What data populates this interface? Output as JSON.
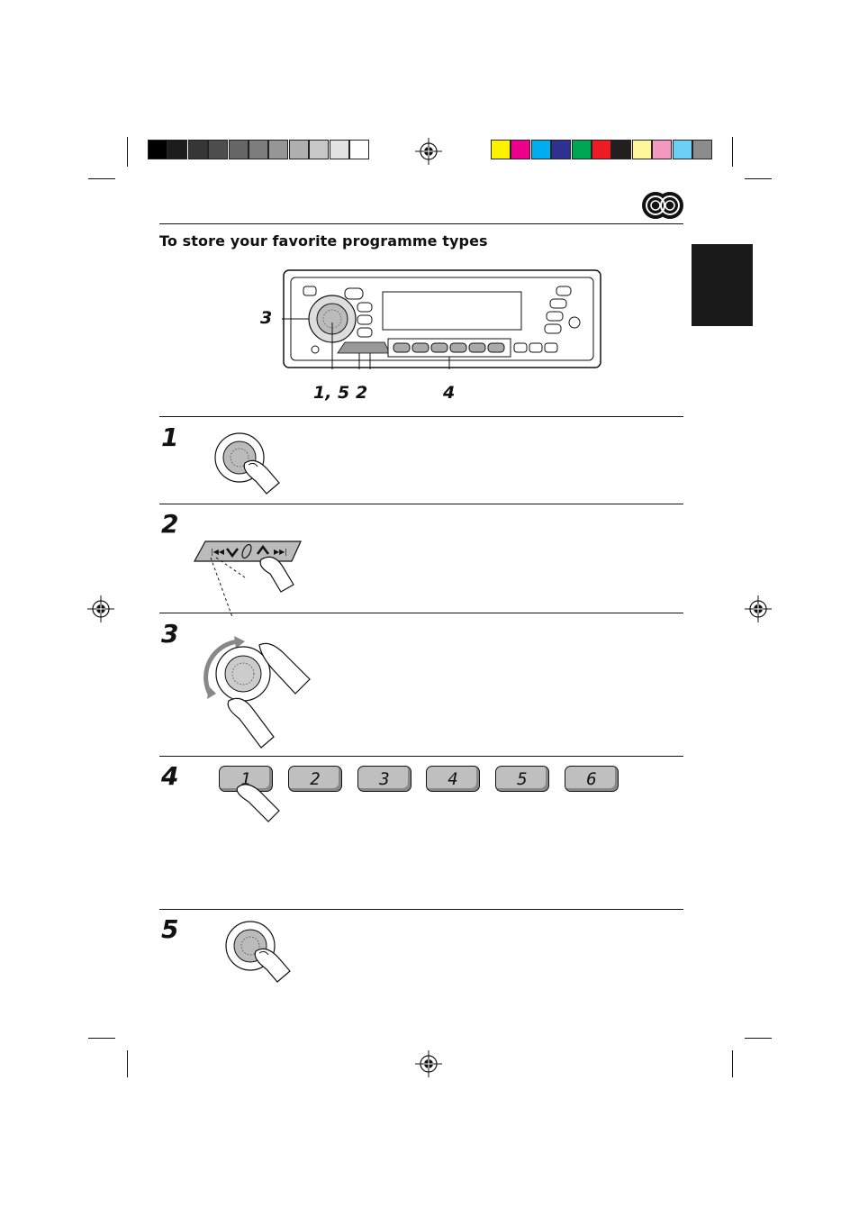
{
  "heading": "To store your favorite programme types",
  "callouts": {
    "knob_label": "3",
    "select_button_label": "1, 5",
    "seek_buttons_label": "2",
    "preset_buttons_label": "4"
  },
  "steps": [
    {
      "number": "1"
    },
    {
      "number": "2"
    },
    {
      "number": "3"
    },
    {
      "number": "4"
    },
    {
      "number": "5"
    }
  ],
  "presets": [
    "1",
    "2",
    "3",
    "4",
    "5",
    "6"
  ],
  "colors": {
    "gray_scale": [
      "#000000",
      "#1c1c1c",
      "#363636",
      "#4d4d4d",
      "#666666",
      "#7d7d7d",
      "#969696",
      "#afafaf",
      "#c8c8c8",
      "#e2e2e2",
      "#ffffff"
    ],
    "color_bar": [
      "#fff200",
      "#ec008c",
      "#00aeef",
      "#2e3192",
      "#00a651",
      "#ed1c24",
      "#231f20",
      "#fff799",
      "#f49ac1",
      "#6dcff6",
      "#8c8c8c"
    ],
    "preset_fill": "#bfbfbf",
    "lang_tab": "#1a1a1a"
  },
  "icons": [
    "registration-mark-icon",
    "disc-logo-icon",
    "finger-press-icon",
    "rotate-arrows-icon"
  ]
}
